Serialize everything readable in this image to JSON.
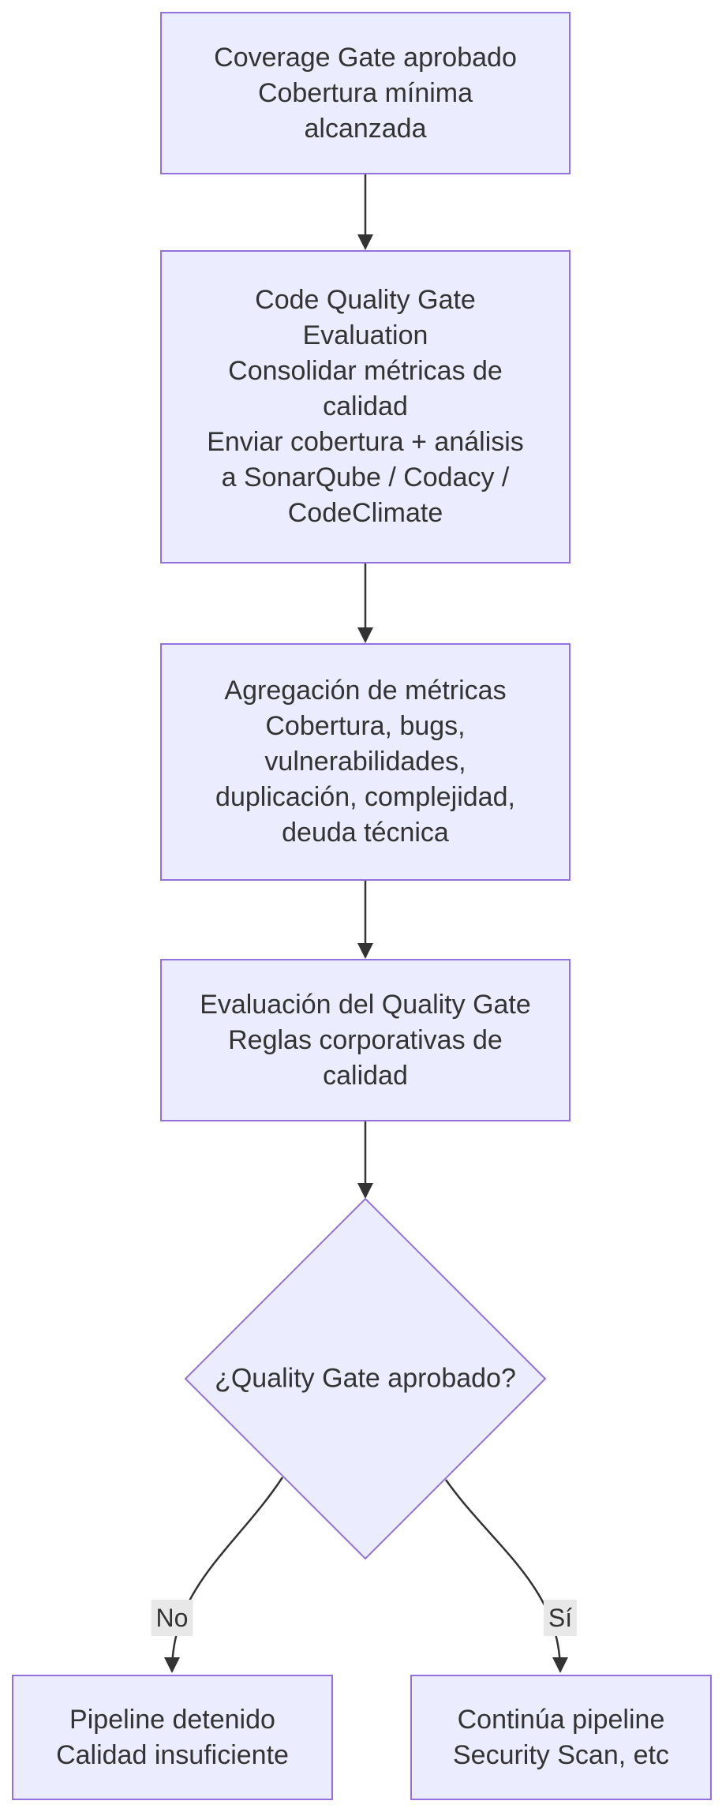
{
  "flowchart": {
    "colors": {
      "node_fill": "#ECECFF",
      "node_border": "#9370DB",
      "edge": "#333333",
      "text": "#333333",
      "edge_label_bg": "#e8e8e8",
      "background": "#ffffff"
    },
    "nodes": [
      {
        "id": "coverage-gate-approved",
        "label": "Coverage Gate aprobado\nCobertura mínima\nalcanzada"
      },
      {
        "id": "code-quality-gate-evaluation",
        "label": "Code Quality Gate\nEvaluation\nConsolidar métricas de\ncalidad\nEnviar cobertura + análisis\na SonarQube / Codacy /\nCodeClimate"
      },
      {
        "id": "metrics-aggregation",
        "label": "Agregación de métricas\nCobertura, bugs,\nvulnerabilidades,\nduplicación, complejidad,\ndeuda técnica"
      },
      {
        "id": "quality-gate-evaluation",
        "label": "Evaluación del Quality Gate\nReglas corporativas de\ncalidad"
      },
      {
        "id": "pipeline-stopped",
        "label": "Pipeline detenido\nCalidad insuficiente"
      },
      {
        "id": "pipeline-continues",
        "label": "Continúa pipeline\nSecurity Scan, etc"
      }
    ],
    "decision": {
      "id": "quality-gate-approved-question",
      "label": "¿Quality Gate aprobado?"
    },
    "edge_labels": {
      "no": "No",
      "si": "Sí"
    }
  }
}
